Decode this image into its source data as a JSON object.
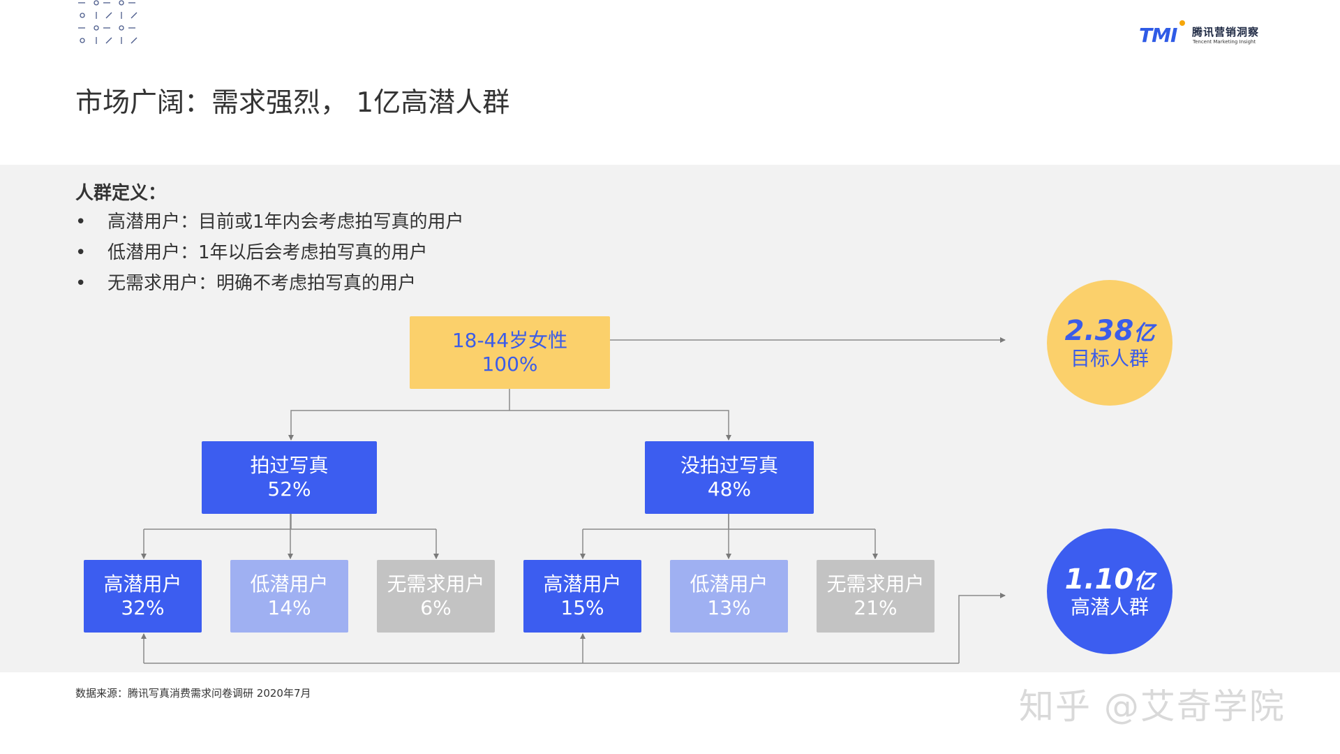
{
  "logo": {
    "mark": "TMI",
    "name_cn": "腾讯营销洞察",
    "name_en": "Tencent Marketing Insight"
  },
  "page_title": "市场广阔：需求强烈， 1亿高潜人群",
  "definitions": {
    "title": "人群定义：",
    "items": [
      "高潜用户：目前或1年内会考虑拍写真的用户",
      "低潜用户：1年以后会考虑拍写真的用户",
      "无需求用户：明确不考虑拍写真的用户"
    ]
  },
  "tree": {
    "root": {
      "label": "18-44岁女性",
      "value": "100%"
    },
    "shot": {
      "label": "拍过写真",
      "value": "52%"
    },
    "not_shot": {
      "label": "没拍过写真",
      "value": "48%"
    },
    "shot_children": [
      {
        "label": "高潜用户",
        "value": "32%"
      },
      {
        "label": "低潜用户",
        "value": "14%"
      },
      {
        "label": "无需求用户",
        "value": "6%"
      }
    ],
    "not_shot_children": [
      {
        "label": "高潜用户",
        "value": "15%"
      },
      {
        "label": "低潜用户",
        "value": "13%"
      },
      {
        "label": "无需求用户",
        "value": "21%"
      }
    ]
  },
  "target_circle": {
    "number": "2.38",
    "unit": "亿",
    "label": "目标人群"
  },
  "potential_circle": {
    "number": "1.10",
    "unit": "亿",
    "label": "高潜人群"
  },
  "source": "数据来源：腾讯写真消费需求问卷调研 2020年7月",
  "watermark": "知乎 @艾奇学院",
  "colors": {
    "blue": "#3c5df0",
    "light_blue": "#9fb0f2",
    "grey": "#c3c3c3",
    "yellow": "#fbd06b",
    "panel": "#f2f2f2"
  }
}
